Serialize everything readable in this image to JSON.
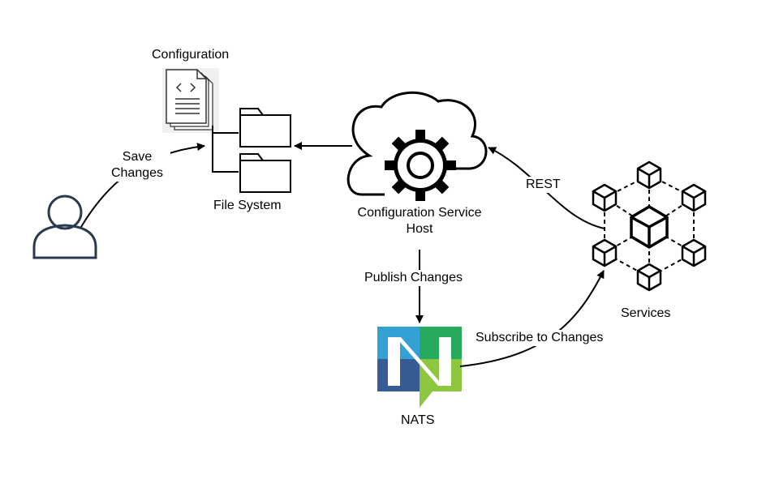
{
  "labels": {
    "configuration": "Configuration",
    "save_changes_line1": "Save",
    "save_changes_line2": "Changes",
    "file_system": "File System",
    "config_service_line1": "Configuration Service",
    "config_service_line2": "Host",
    "rest": "REST",
    "services": "Services",
    "publish_changes": "Publish Changes",
    "subscribe_changes": "Subscribe to Changes",
    "nats": "NATS"
  },
  "icons": {
    "user": "user-icon",
    "document": "config-document-icon",
    "folders": "folder-icon",
    "cloud": "cloud-gear-icon",
    "services": "services-network-icon",
    "nats": "nats-logo-icon"
  },
  "colors": {
    "user_stroke": "#2b3a4f",
    "nats_blue": "#34a1d5",
    "nats_green": "#27aa5e",
    "nats_navy": "#375c93",
    "nats_lime": "#8dc63f"
  }
}
